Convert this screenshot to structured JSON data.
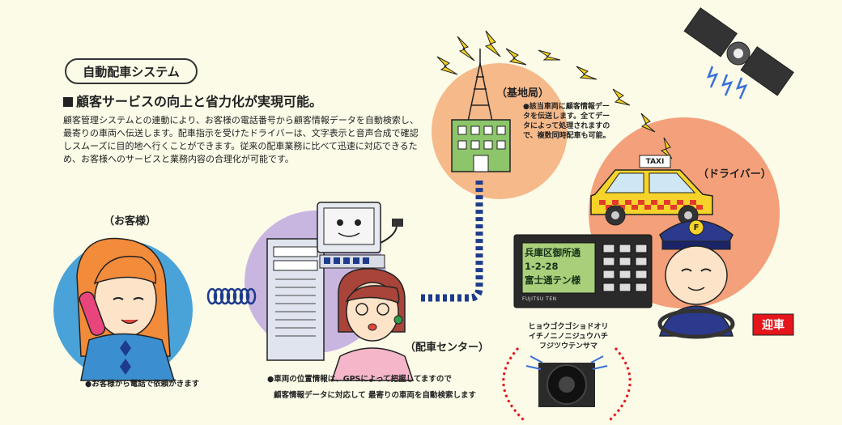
{
  "system_title": "自動配車システム",
  "headline": "顧客サービスの向上と省力化が実現可能。",
  "description": "顧客管理システムとの連動により、お客様の電話番号から顧客情報データを自動検索し、最寄りの車両へ伝送します。配車指示を受けたドライバーは、文字表示と音声合成で確認しスムーズに目的地へ行くことができます。従来の配車業務に比べて迅速に対応できるため、お客様へのサービスと業務内容の合理化が可能です。",
  "nodes": {
    "customer": {
      "label": "（お客様）",
      "note": "●お客様から電話で依頼がきます"
    },
    "dispatch_center": {
      "label": "（配車センター）",
      "note_line1": "●車両の位置情報は、GPSによって把握してますので",
      "note_line2": "顧客情報データに対応して 最寄りの車両を自動検索します"
    },
    "base_station": {
      "label": "（基地局）",
      "note": "●該当車両に顧客情報データを伝送します。全てデータによって処理されますので、複数同時配車も可能。"
    },
    "driver": {
      "label": "（ドライバー）",
      "badge": "迎車"
    }
  },
  "terminal": {
    "line1": "兵庫区御所通",
    "line2": "1-2-28",
    "line3": "富士通テン様",
    "brand": "FUJITSU TEN"
  },
  "taxi_sign": "TAXI",
  "cap_letter": "F",
  "speaker": {
    "line1": "ヒョウゴクゴショドオリ",
    "line2": "イチノニノニジュウハチ",
    "line3": "フジツウテンサマ"
  },
  "colors": {
    "background": "#fbfbe8",
    "customer_circle": "#4aa3d8",
    "center_circle": "#c9b6e0",
    "base_circle": "#f6b98a",
    "driver_circle": "#f4a07a",
    "badge": "#e4151b"
  }
}
